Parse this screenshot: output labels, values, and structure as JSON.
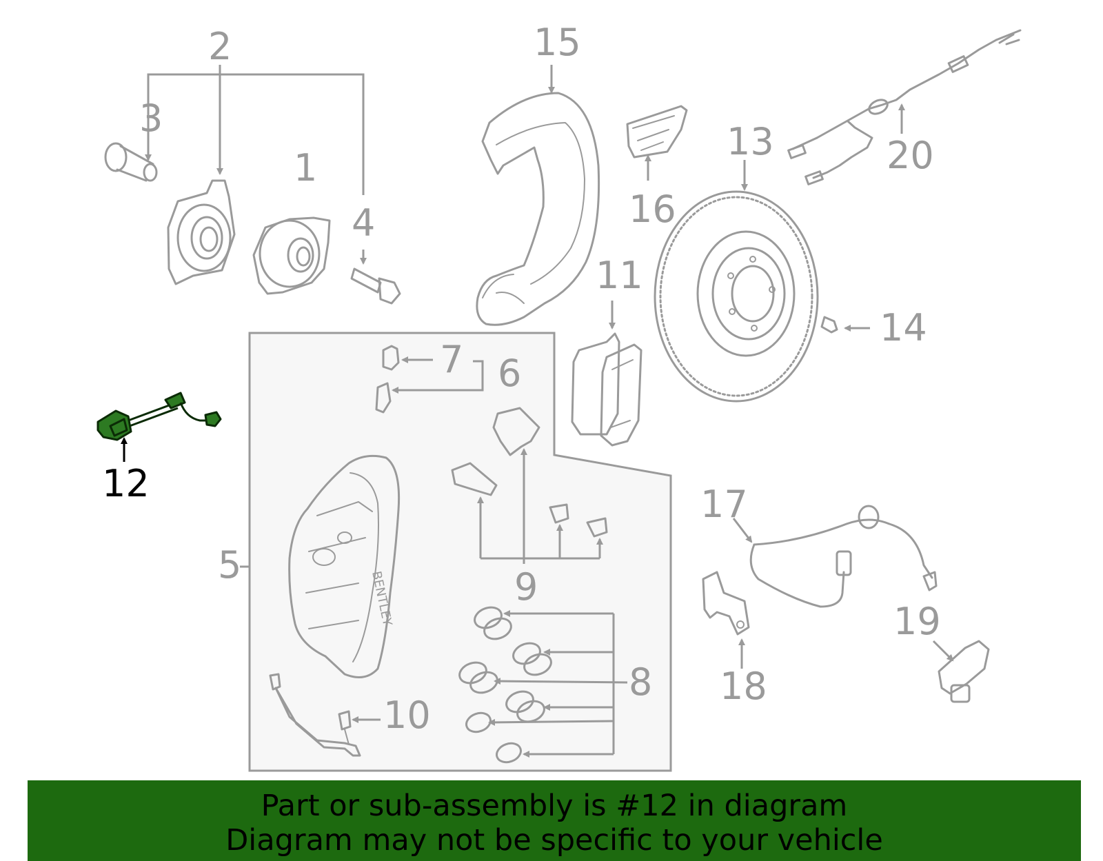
{
  "callouts": {
    "c1": "1",
    "c2": "2",
    "c3": "3",
    "c4": "4",
    "c5": "5",
    "c6": "6",
    "c7": "7",
    "c8": "8",
    "c9": "9",
    "c10": "10",
    "c11": "11",
    "c12": "12",
    "c13": "13",
    "c14": "14",
    "c15": "15",
    "c16": "16",
    "c17": "17",
    "c18": "18",
    "c19": "19",
    "c20": "20"
  },
  "highlighted_part": "12",
  "caliper_marking": "BENTLEY",
  "banner": {
    "line1": "Part or sub-assembly is #12 in diagram",
    "line2": "Diagram may not be specific to your vehicle"
  },
  "colors": {
    "line_gray": "#9a9a9a",
    "highlight_green": "#2d7a22",
    "banner_green": "#1d6a0f"
  }
}
